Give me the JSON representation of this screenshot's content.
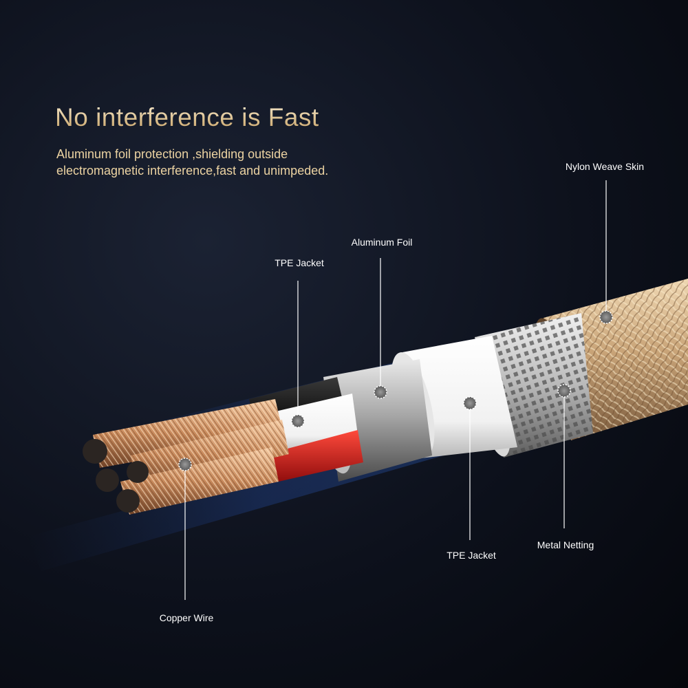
{
  "headline": "No interference is Fast",
  "subtitle": {
    "line1": "Aluminum foil protection ,shielding outside",
    "line2": "electromagnetic interference,fast and unimpeded."
  },
  "callouts": {
    "nylon_weave_skin": "Nylon Weave Skin",
    "aluminum_foil": "Aluminum Foil",
    "tpe_jacket_inner": "TPE Jacket",
    "tpe_jacket_outer": "TPE Jacket",
    "metal_netting": "Metal Netting",
    "copper_wire": "Copper Wire"
  },
  "colors": {
    "copper": "#c98a5c",
    "braid": "#d6b489",
    "red_insulation": "#d41f1f",
    "background": "#0d111c"
  }
}
